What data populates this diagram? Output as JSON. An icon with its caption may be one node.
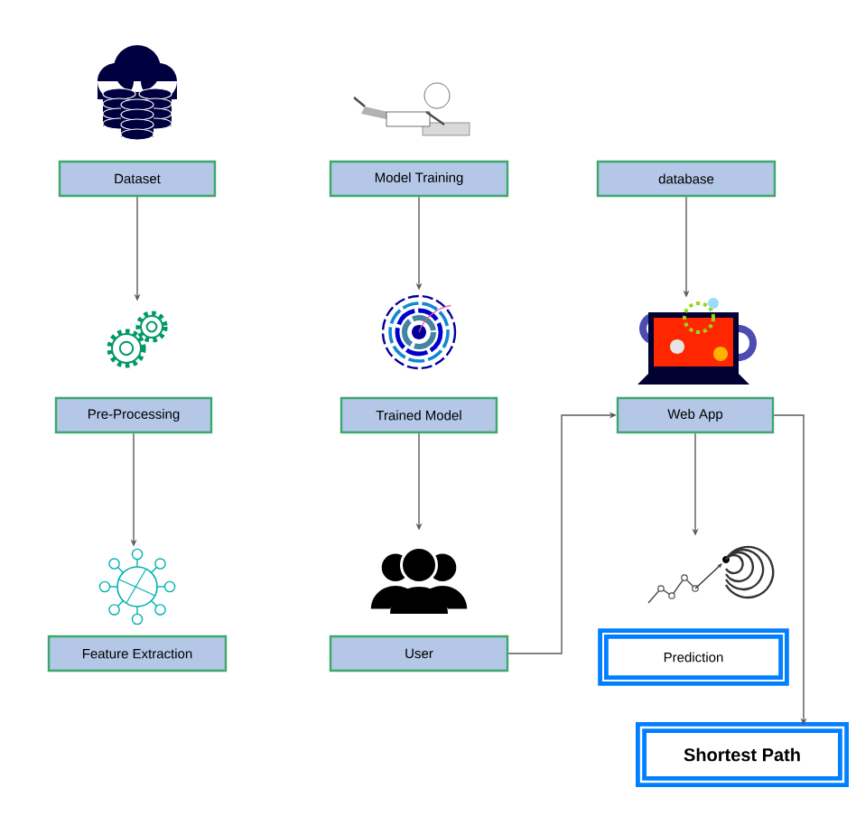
{
  "diagram": {
    "nodes": [
      {
        "text": [
          "Dataset"
        ]
      },
      {
        "text": [
          "Model Training"
        ]
      },
      {
        "text": [
          "database"
        ]
      },
      {
        "text": [],
        "shape": "picture"
      },
      {
        "text": [],
        "shape": "picture"
      },
      {
        "text": [],
        "shape": "picture"
      },
      {
        "text": [
          "Pre-Processing"
        ]
      },
      {
        "text": [
          "Trained Model"
        ]
      },
      {
        "text": [
          "Web App"
        ]
      },
      {
        "text": [],
        "shape": "picture"
      },
      {
        "text": [],
        "shape": "picture"
      },
      {
        "text": [],
        "shape": "picture"
      },
      {
        "text": [
          "Feature Extraction"
        ]
      },
      {
        "text": [
          "User"
        ]
      },
      {
        "text": [
          "Prediction"
        ]
      },
      {
        "text": [
          "Shortest Path"
        ]
      }
    ],
    "edges": [
      {
        "from": 0,
        "to": 3,
        "arrow": "to"
      },
      {
        "from": 1,
        "to": 4,
        "arrow": "to"
      },
      {
        "from": 2,
        "to": 5,
        "arrow": "to"
      },
      {
        "from": 6,
        "to": 9,
        "arrow": "to"
      },
      {
        "from": 7,
        "to": 10,
        "arrow": "to"
      },
      {
        "from": 8,
        "to": 11,
        "arrow": "to"
      },
      {
        "from": 13,
        "to": 8,
        "arrow": "to"
      },
      {
        "from": 8,
        "to": 15,
        "arrow": "to"
      }
    ]
  }
}
